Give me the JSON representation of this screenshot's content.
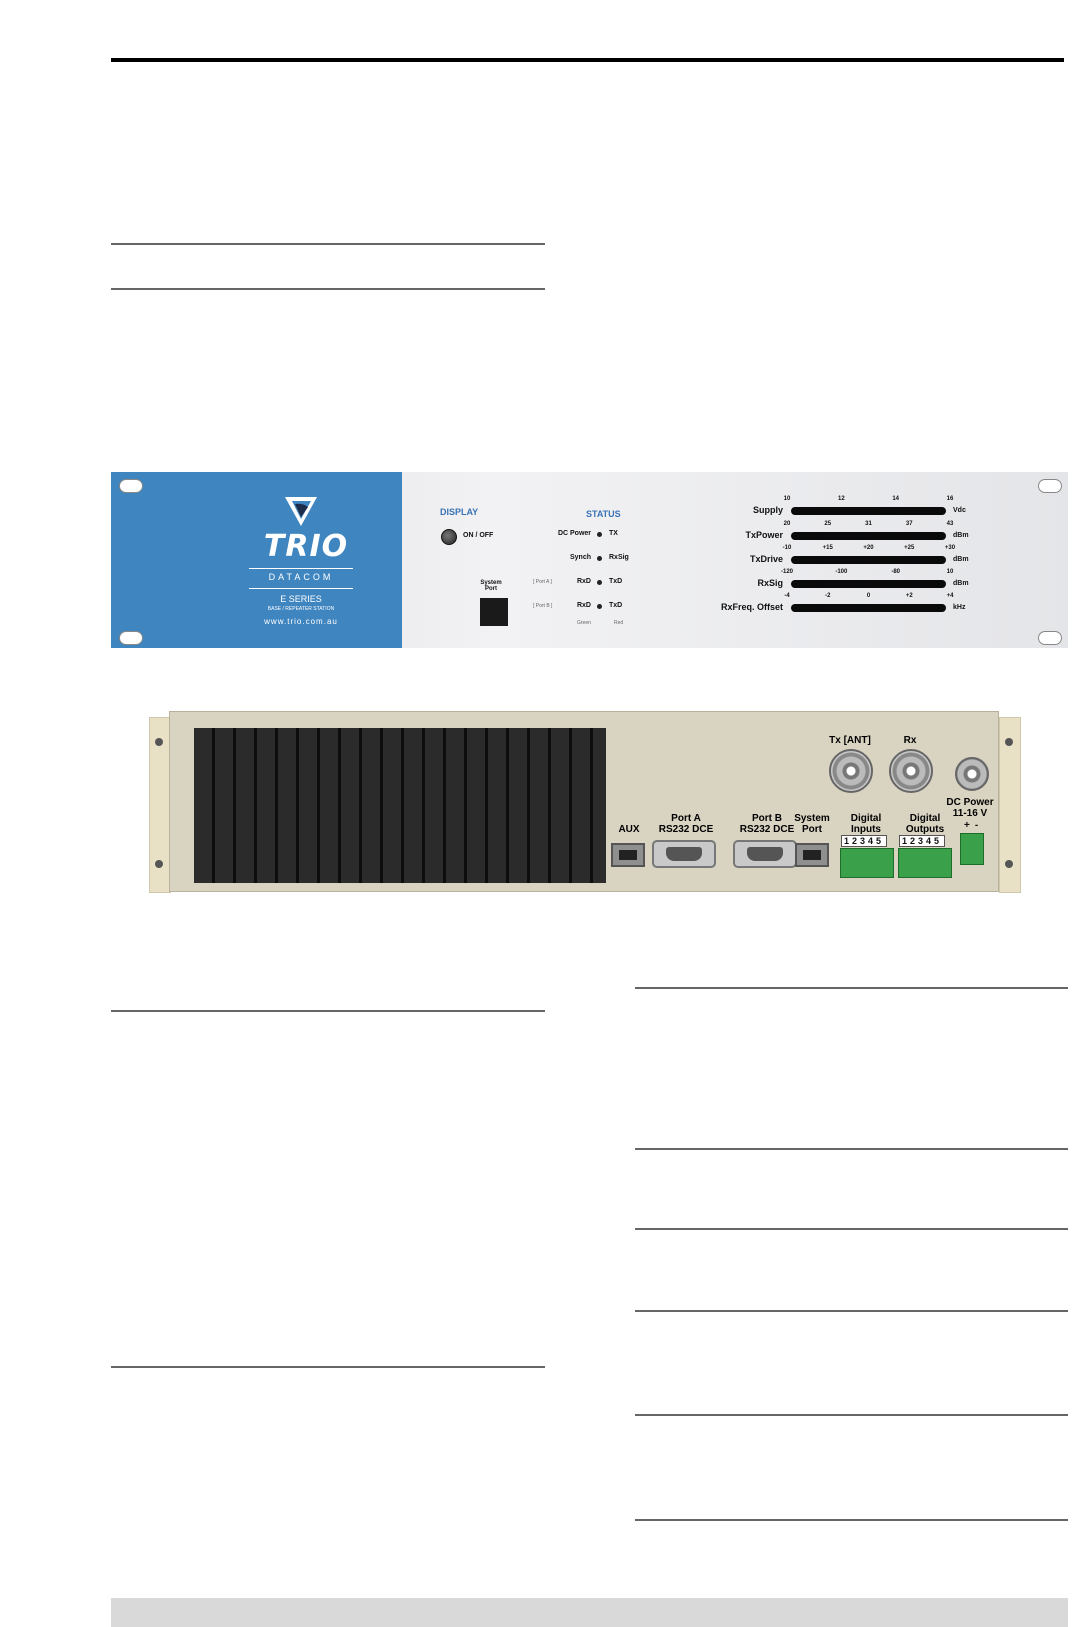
{
  "front_panel": {
    "brand": "TRIO",
    "brand_sub": "DATACOM",
    "series": "E SERIES",
    "station": "BASE / REPEATER STATION",
    "url": "www.trio.com.au",
    "display_heading": "DISPLAY",
    "onoff_label": "ON / OFF",
    "system_port_label": "System Port",
    "status_heading": "STATUS",
    "status_rows": [
      {
        "left": "DC Power",
        "right": "TX",
        "tag": ""
      },
      {
        "left": "Synch",
        "right": "RxSig",
        "tag": ""
      },
      {
        "left": "RxD",
        "right": "TxD",
        "tag": "[ Port A ]"
      },
      {
        "left": "RxD",
        "right": "TxD",
        "tag": "[ Port B ]"
      }
    ],
    "led_colors": {
      "left": "Green",
      "right": "Red"
    },
    "meters": [
      {
        "label": "Supply",
        "scale": [
          "10",
          "12",
          "14",
          "16"
        ],
        "unit": "Vdc"
      },
      {
        "label": "TxPower",
        "scale": [
          "20",
          "25",
          "31",
          "37",
          "43"
        ],
        "unit": "dBm"
      },
      {
        "label": "TxDrive",
        "scale": [
          "-10",
          "+15",
          "+20",
          "+25",
          "+30"
        ],
        "unit": "dBm"
      },
      {
        "label": "RxSig",
        "scale": [
          "-120",
          "-100",
          "-80",
          "10"
        ],
        "unit": "dBm"
      },
      {
        "label": "RxFreq. Offset",
        "scale": [
          "-4",
          "-2",
          "0",
          "+2",
          "+4"
        ],
        "unit": "kHz"
      }
    ]
  },
  "rear_panel": {
    "aux": "AUX",
    "port_a": "Port A\nRS232 DCE",
    "port_b": "Port B\nRS232 DCE",
    "system_port": "System\nPort",
    "digital_inputs": "Digital\nInputs",
    "digital_outputs": "Digital\nOutputs",
    "inputs_nums": "12345",
    "outputs_nums": "12345",
    "tx_ant": "Tx [ANT]",
    "rx": "Rx",
    "dc_power": "DC Power\n11-16 V",
    "dc_polarity": "+-"
  }
}
